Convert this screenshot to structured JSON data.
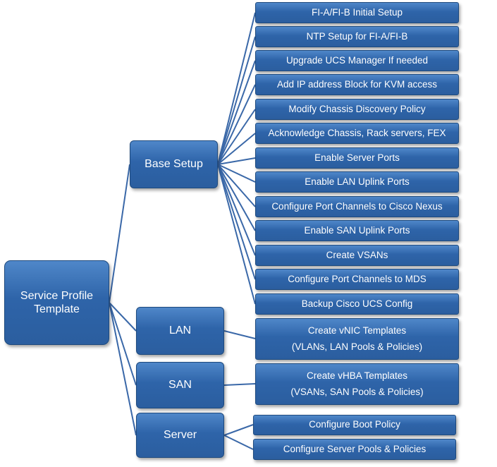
{
  "root": {
    "lines": [
      "Service Profile",
      "Template"
    ]
  },
  "categories": {
    "base_setup": {
      "label": "Base Setup",
      "items": [
        "FI-A/FI-B Initial Setup",
        "NTP Setup for FI-A/FI-B",
        "Upgrade UCS Manager If needed",
        "Add IP address Block for KVM  access",
        "Modify Chassis Discovery Policy",
        "Acknowledge Chassis, Rack servers, FEX",
        "Enable Server Ports",
        "Enable LAN Uplink Ports",
        "Configure Port Channels to Cisco Nexus",
        "Enable SAN Uplink Ports",
        "Create VSANs",
        "Configure Port Channels to MDS",
        "Backup Cisco UCS Config"
      ]
    },
    "lan": {
      "label": "LAN",
      "items": [
        {
          "lines": [
            "Create vNIC Templates",
            "(VLANs, LAN Pools & Policies)"
          ]
        }
      ]
    },
    "san": {
      "label": "SAN",
      "items": [
        {
          "lines": [
            "Create vHBA Templates",
            "(VSANs, SAN Pools & Policies)"
          ]
        }
      ]
    },
    "server": {
      "label": "Server",
      "items": [
        "Configure Boot Policy",
        "Configure Server Pools & Policies"
      ]
    }
  },
  "colors": {
    "box_fill_top": "#4f87c9",
    "box_fill_bottom": "#2b5e9f",
    "box_border": "#1e4a7e",
    "connector": "#3a68a8",
    "text": "#ffffff"
  }
}
